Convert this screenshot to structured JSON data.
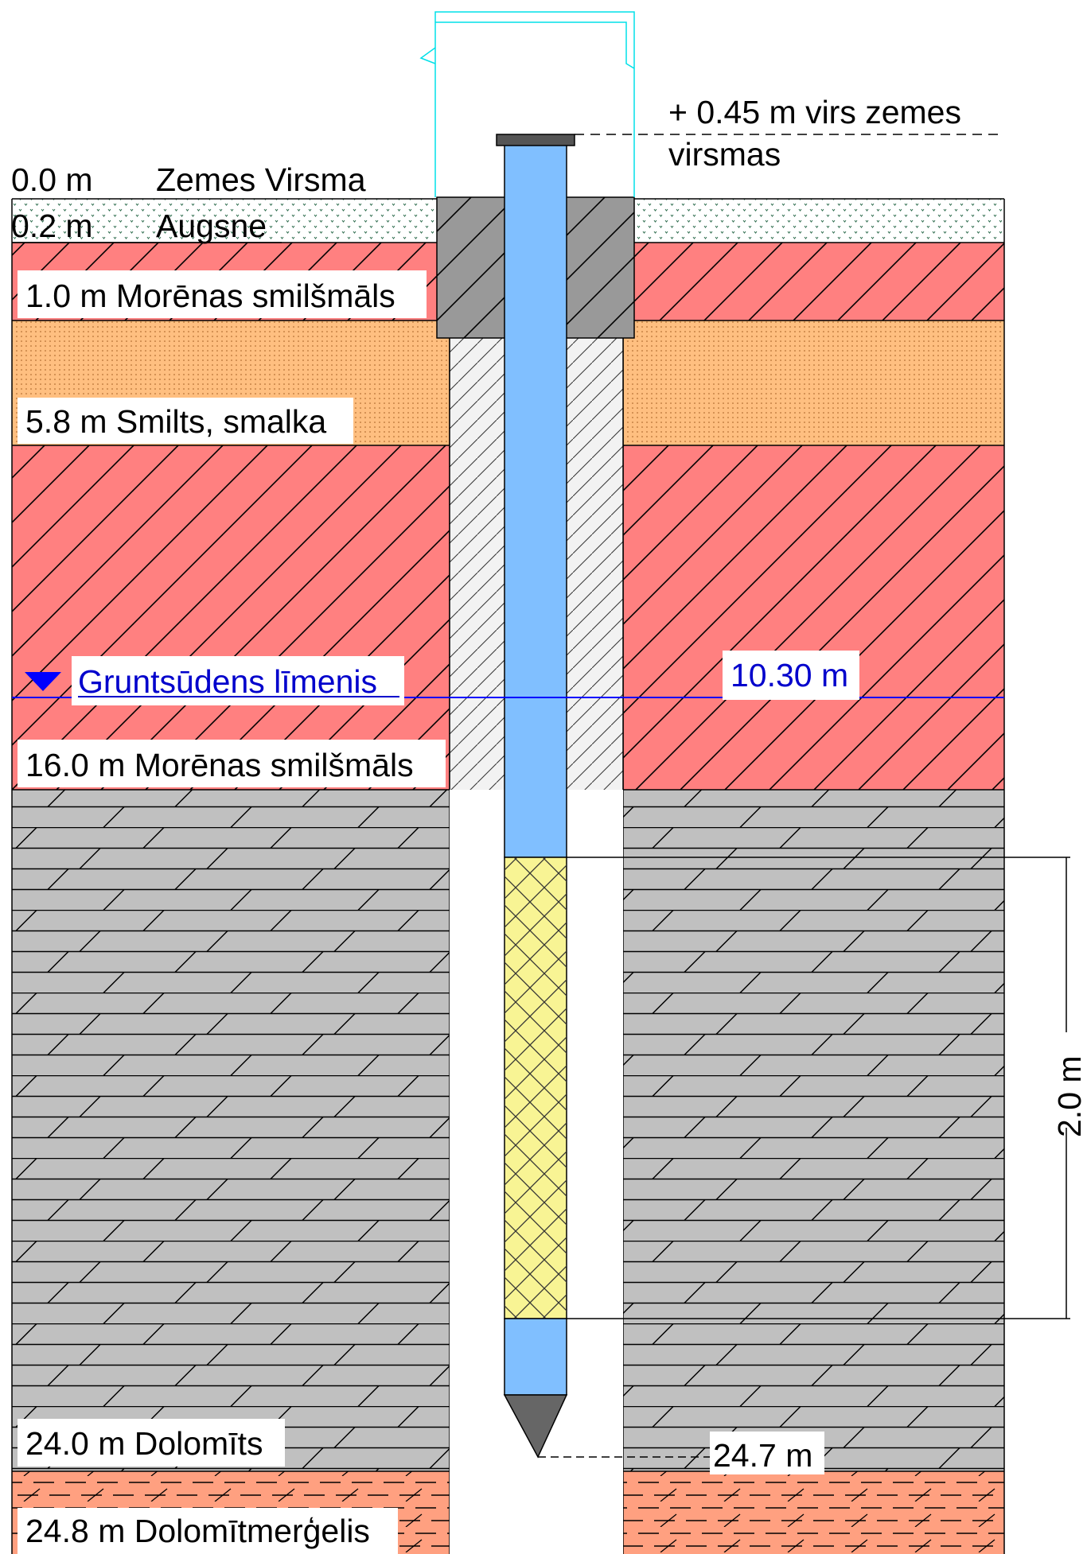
{
  "surface": {
    "depth_label": "0.0 m",
    "name": "Zemes Virsma"
  },
  "casing_top": {
    "label_line1": "+ 0.45 m virs zemes",
    "label_line2": "virsmas"
  },
  "layers": [
    {
      "label": "0.2 m",
      "name": "Augsne",
      "bottom_m": 0.2
    },
    {
      "label": "1.0 m Morēnas smilšmāls",
      "bottom_m": 1.0
    },
    {
      "label": "5.8 m Smilts, smalka",
      "bottom_m": 5.8
    },
    {
      "label": "16.0 m Morēnas smilšmāls",
      "bottom_m": 16.0
    },
    {
      "label": "24.0 m Dolomīts",
      "bottom_m": 24.0
    },
    {
      "label": "24.8 m Dolomītmerģelis",
      "bottom_m": 24.8
    }
  ],
  "groundwater": {
    "label": "Gruntsūdens līmenis",
    "depth_label": "10.30 m",
    "color": "#0000ff"
  },
  "screen": {
    "length_label": "2.0 m"
  },
  "well_bottom": {
    "depth_label": "24.7 m"
  },
  "colors": {
    "soil_fill": "#ffffff",
    "soil_dots": "#2a6a4a",
    "moraine": "#ff8080",
    "sand": "#ffbf80",
    "dolomite": "#c0c0c0",
    "marl": "#ffa080",
    "pipe": "#80bfff",
    "screen": "#f8f494",
    "seal": "#999999",
    "tip": "#666666",
    "cap": "#555555",
    "outline": "#00e0e8"
  }
}
